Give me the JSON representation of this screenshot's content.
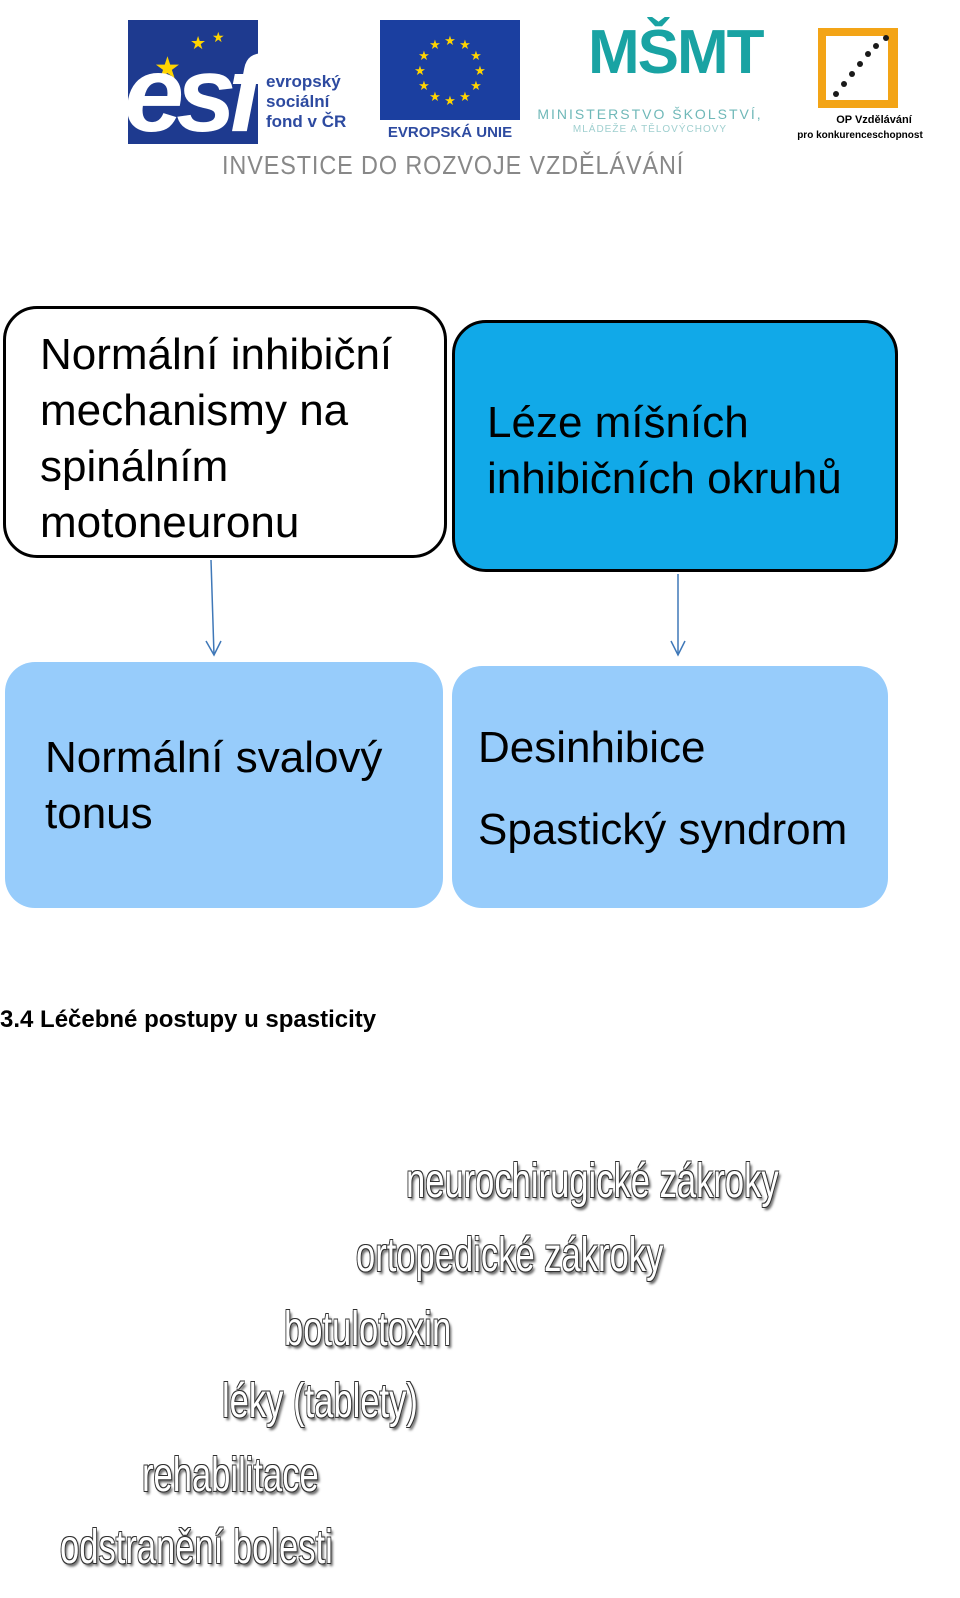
{
  "banner": {
    "esf_mark": "esf",
    "esf_lines": [
      "evropský",
      "sociální",
      "fond v ČR"
    ],
    "eu_label": "EVROPSKÁ UNIE",
    "msmt_mark": "MŠMT",
    "msmt_line1": "MINISTERSTVO ŠKOLSTVÍ,",
    "msmt_line2": "MLÁDEŽE A TĚLOVÝCHOVY",
    "op_line1": "OP Vzdělávání",
    "op_line2": "pro konkurenceschopnost",
    "tagline": "INVESTICE DO ROZVOJE VZDĚLÁVÁNÍ",
    "colors": {
      "esf_blue": "#1e3a8f",
      "eu_blue": "#1b3fa0",
      "star_yellow": "#ffd400",
      "msmt_teal": "#19a3a3",
      "op_orange": "#f3a416"
    }
  },
  "diagram": {
    "box_normal_mechanisms": {
      "lines": [
        "Normální inhibiční",
        "mechanismy na",
        "spinálním",
        "motoneuronu"
      ],
      "fill": "#ffffff"
    },
    "box_lesion": {
      "lines": [
        "Léze míšních",
        "inhibičních okruhů"
      ],
      "fill": "#11a9e8"
    },
    "box_normal_tone": {
      "lines": [
        "Normální svalový",
        "tonus"
      ],
      "fill": "#97ccfb"
    },
    "box_disinhibition": {
      "lines": [
        "Desinhibice",
        "Spastický syndrom"
      ],
      "fill": "#97ccfb"
    },
    "arrow_color": "#3f78b8"
  },
  "heading": "3.4 Léčebné postupy u spasticity",
  "treatment_steps": [
    "neurochirugické zákroky",
    "ortopedické zákroky",
    "botulotoxin",
    "léky (tablety)",
    "rehabilitace",
    "odstranění bolesti"
  ]
}
